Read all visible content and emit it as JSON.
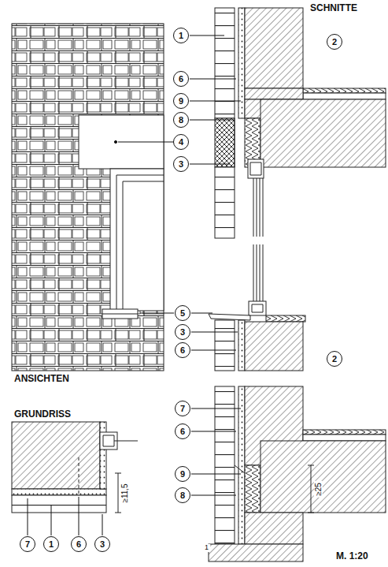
{
  "diagram": {
    "nodes": [
      {
        "text": [
          "1"
        ]
      },
      {
        "text": [
          "2"
        ]
      },
      {
        "text": [
          "6"
        ]
      },
      {
        "text": [
          "9"
        ]
      },
      {
        "text": [
          "8"
        ]
      },
      {
        "text": [
          "4"
        ]
      },
      {
        "text": [
          "3"
        ]
      },
      {
        "text": [
          "5"
        ]
      },
      {
        "text": [
          "3"
        ]
      },
      {
        "text": [
          "6"
        ]
      },
      {
        "text": [
          "2"
        ]
      },
      {
        "text": [
          "7"
        ]
      },
      {
        "text": [
          "6"
        ]
      },
      {
        "text": [
          "9"
        ]
      },
      {
        "text": [
          "8"
        ]
      },
      {
        "text": [
          "7"
        ]
      },
      {
        "text": [
          "1"
        ]
      },
      {
        "text": [
          "6"
        ]
      },
      {
        "text": [
          "3"
        ]
      }
    ],
    "labels": [
      "SCHNITTE",
      "ANSICHTEN",
      "GRUNDRISS",
      "≥11,5",
      "≥25",
      "1",
      "M. 1:20"
    ]
  }
}
